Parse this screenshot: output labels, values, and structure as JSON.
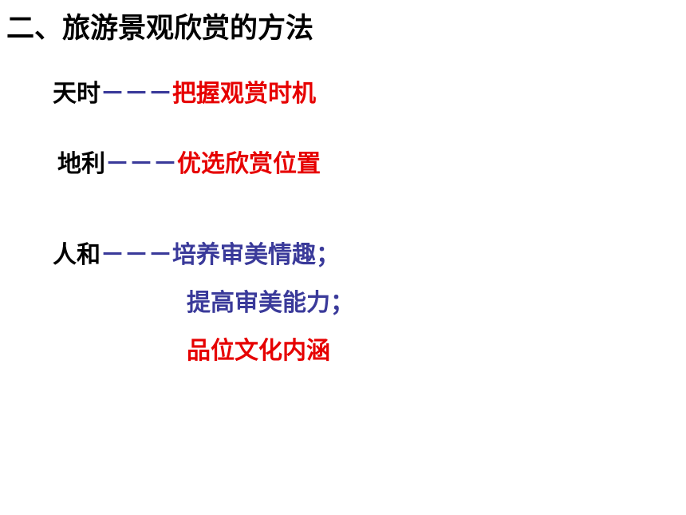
{
  "colors": {
    "heading": "#000000",
    "term": "#000000",
    "dash": "#3a3a9a",
    "red": "#e60000",
    "blue": "#3a3a9a"
  },
  "slide": {
    "title": "二、旅游景观欣赏的方法",
    "items": [
      {
        "term": "天时",
        "dash": "－－－",
        "desc": "把握观赏时机"
      },
      {
        "term": "地利",
        "dash": "－－－",
        "desc": "优选欣赏位置"
      },
      {
        "term": "人和",
        "dash": "－－－",
        "desc": "培养审美情趣；"
      }
    ],
    "continuation": [
      {
        "text": "提高审美能力；"
      },
      {
        "text": "品位文化内涵"
      }
    ]
  }
}
